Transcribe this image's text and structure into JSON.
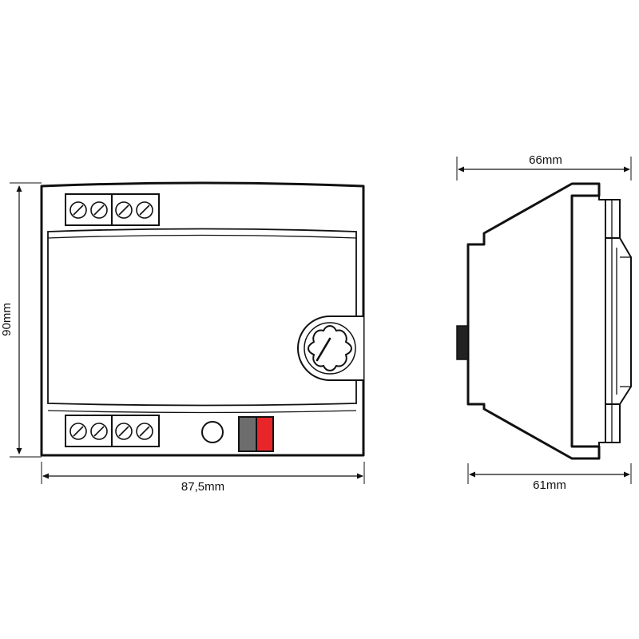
{
  "dimensions": {
    "front_height": "90mm",
    "front_width": "87,5mm",
    "side_top_depth": "66mm",
    "side_bottom_depth": "61mm"
  },
  "colors": {
    "line": "#111111",
    "background": "#ffffff",
    "led_gray": "#6d6d6d",
    "led_red": "#e8262a"
  },
  "icons": {
    "terminal_screw": "screw-slot-icon",
    "rotary_knob": "rotary-knob-icon",
    "push_button": "circle-button-icon"
  }
}
